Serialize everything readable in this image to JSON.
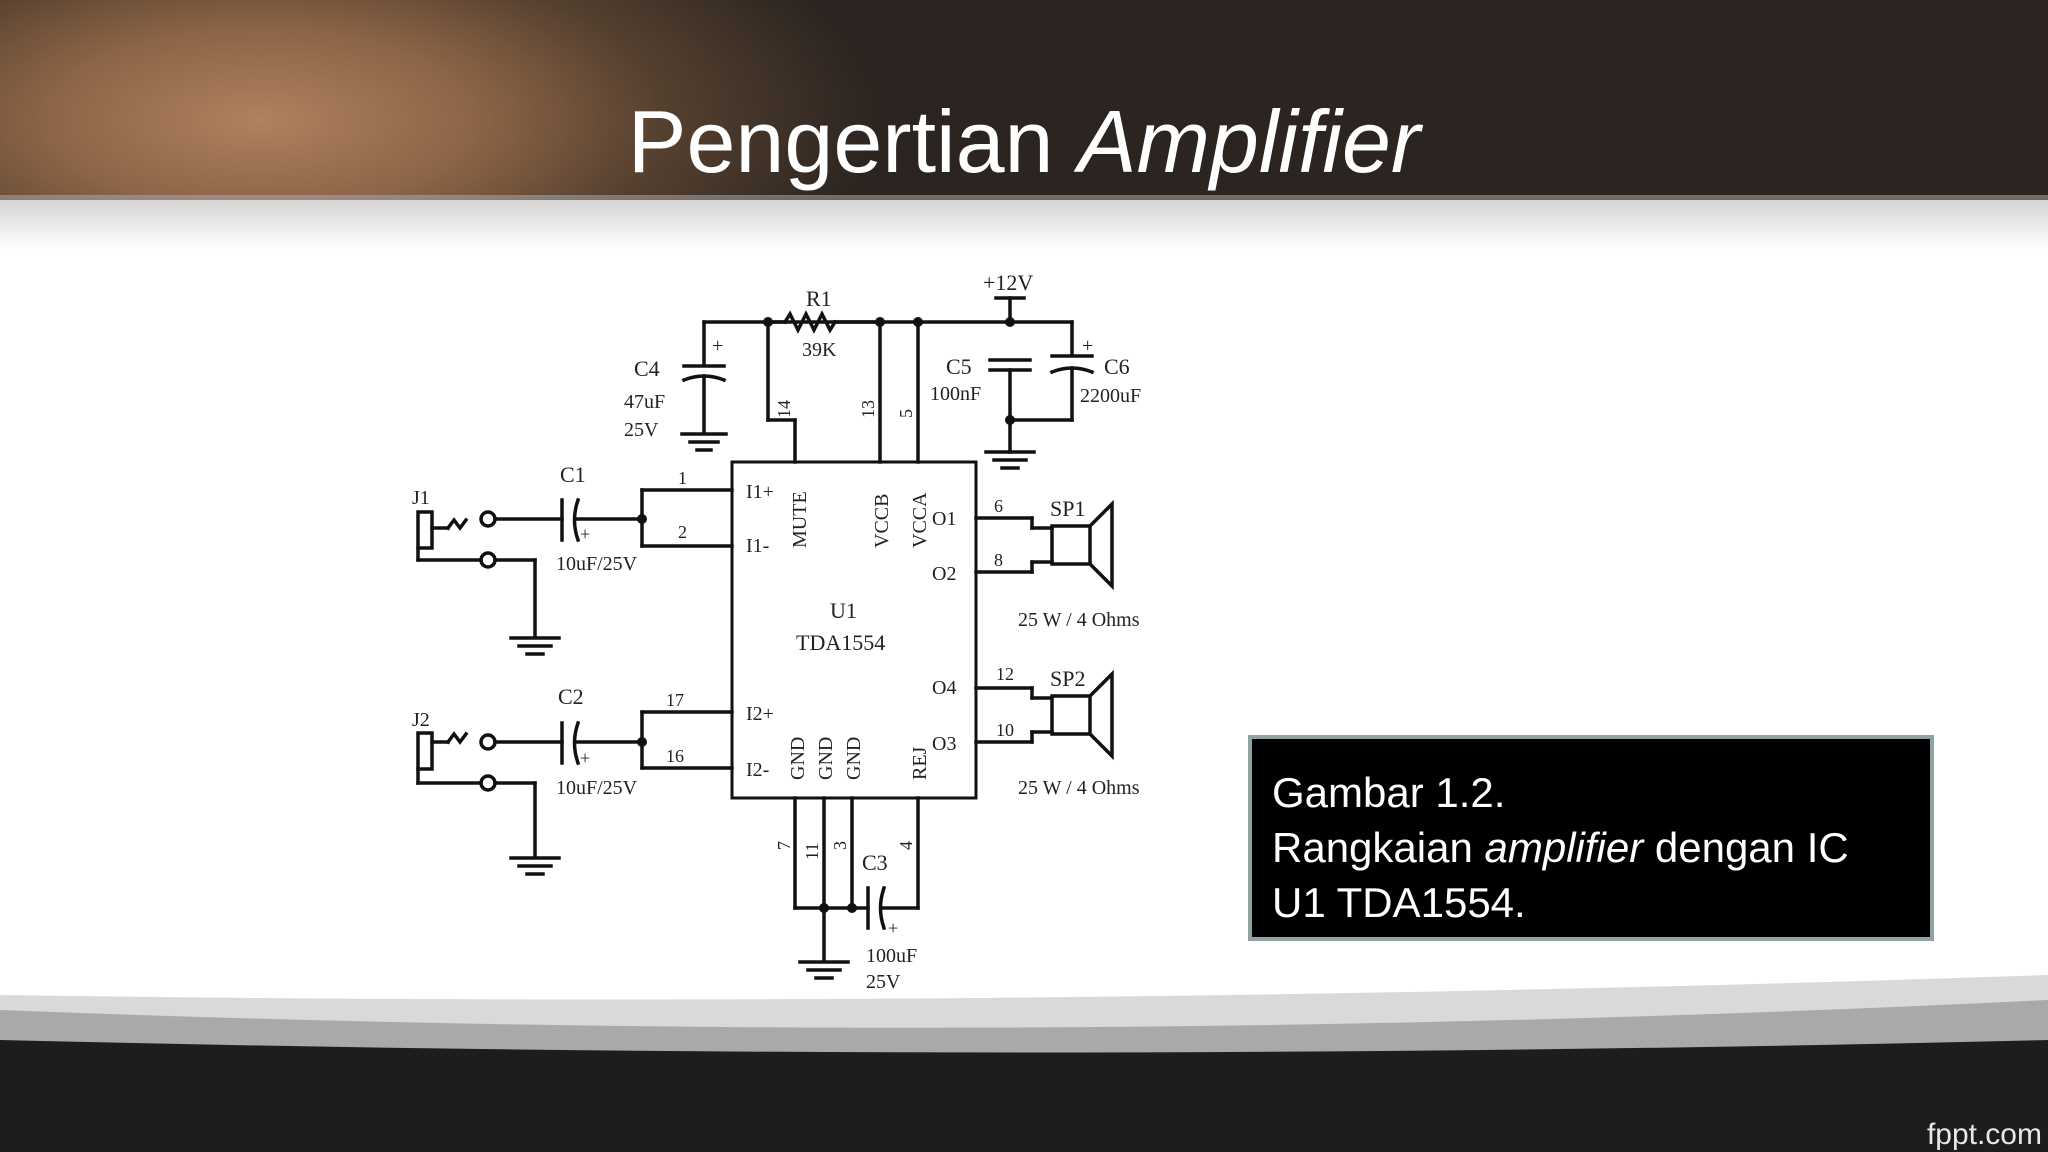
{
  "slide": {
    "title_prefix": "Pengertian",
    "title_italic": "Amplifier",
    "watermark": "fppt.com",
    "colors": {
      "header": "#6b4a33",
      "footer": "#1f1d1b",
      "caption_bg": "#000000",
      "caption_border": "#8fa3a3"
    }
  },
  "caption": {
    "line1": "Gambar 1.2.",
    "line2_before": "Rangkaian",
    "line2_italic": "amplifier",
    "line2_after": "dengan IC",
    "line3": "U1 TDA1554."
  },
  "circuit": {
    "ic_name": "U1",
    "ic_part": "TDA1554",
    "supply": "+12V",
    "r1": {
      "name": "R1",
      "value": "39K"
    },
    "c4": {
      "name": "C4",
      "value": "47uF",
      "voltage": "25V"
    },
    "c5": {
      "name": "C5",
      "value": "100nF"
    },
    "c6": {
      "name": "C6",
      "value": "2200uF"
    },
    "c1": {
      "name": "C1",
      "value": "10uF/25V"
    },
    "c2": {
      "name": "C2",
      "value": "10uF/25V"
    },
    "c3": {
      "name": "C3",
      "value": "100uF",
      "voltage": "25V"
    },
    "j1": "J1",
    "j2": "J2",
    "sp1": {
      "name": "SP1",
      "rating": "25 W / 4 Ohms"
    },
    "sp2": {
      "name": "SP2",
      "rating": "25 W / 4 Ohms"
    },
    "ic_pins": {
      "i1p": "I1+",
      "i1m": "I1-",
      "i2p": "I2+",
      "i2m": "I2-",
      "mute": "MUTE",
      "vccb": "VCCB",
      "vcca": "VCCA",
      "o1": "O1",
      "o2": "O2",
      "o3": "O3",
      "o4": "O4",
      "gnd": "GND",
      "rej": "REJ"
    },
    "pin_numbers": {
      "p1": "1",
      "p2": "2",
      "p17": "17",
      "p16": "16",
      "p14": "14",
      "p13": "13",
      "p5": "5",
      "p6": "6",
      "p8": "8",
      "p12": "12",
      "p10": "10",
      "p7": "7",
      "p11": "11",
      "p3": "3",
      "p4": "4"
    },
    "plus_mark": "+"
  }
}
